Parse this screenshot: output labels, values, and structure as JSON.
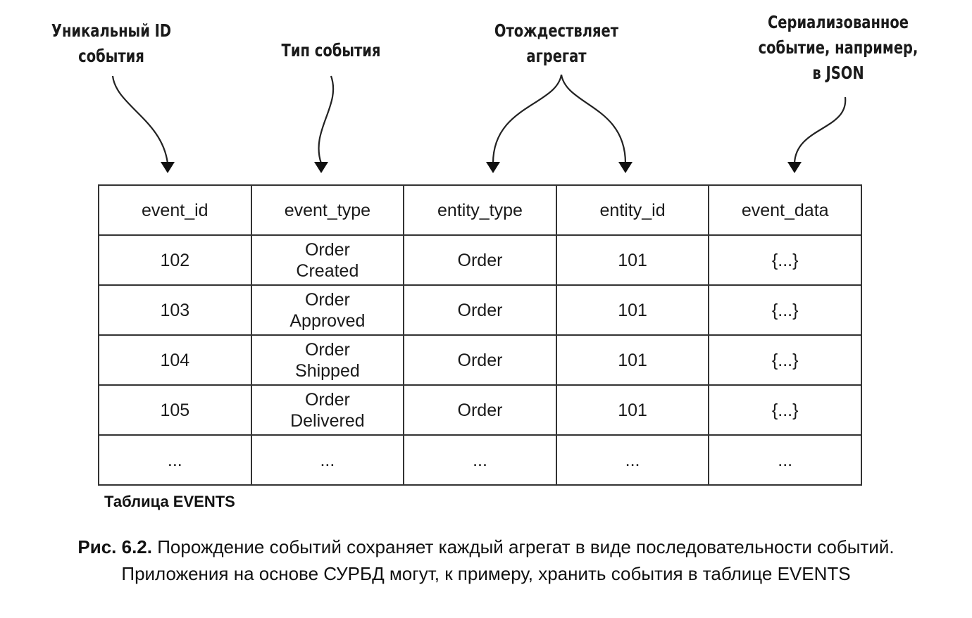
{
  "callouts": {
    "unique_id": [
      "Уникальный ID",
      "события"
    ],
    "event_type": [
      "Тип события"
    ],
    "aggregate": [
      "Отождествляет",
      "агрегат"
    ],
    "serialized": [
      "Сериализованное",
      "событие, например,",
      "в JSON"
    ]
  },
  "table": {
    "headers": [
      "event_id",
      "event_type",
      "entity_type",
      "entity_id",
      "event_data"
    ],
    "rows": [
      {
        "event_id": "102",
        "event_type": [
          "Order",
          "Created"
        ],
        "entity_type": "Order",
        "entity_id": "101",
        "event_data": "{...}"
      },
      {
        "event_id": "103",
        "event_type": [
          "Order",
          "Approved"
        ],
        "entity_type": "Order",
        "entity_id": "101",
        "event_data": "{...}"
      },
      {
        "event_id": "104",
        "event_type": [
          "Order",
          "Shipped"
        ],
        "entity_type": "Order",
        "entity_id": "101",
        "event_data": "{...}"
      },
      {
        "event_id": "105",
        "event_type": [
          "Order",
          "Delivered"
        ],
        "entity_type": "Order",
        "entity_id": "101",
        "event_data": "{...}"
      },
      {
        "event_id": "...",
        "event_type": [
          "..."
        ],
        "entity_type": "...",
        "entity_id": "...",
        "event_data": "..."
      }
    ]
  },
  "table_caption": "Таблица EVENTS",
  "figure_caption": {
    "label": "Рис. 6.2.",
    "line1": " Порождение событий сохраняет каждый агрегат в виде последовательности событий.",
    "line2": "Приложения на основе СУРБД могут, к примеру, хранить события в таблице EVENTS"
  }
}
